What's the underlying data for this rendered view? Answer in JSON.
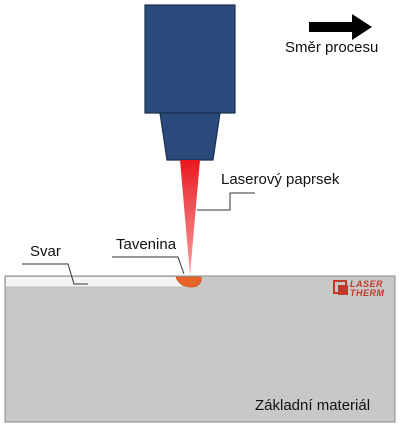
{
  "labels": {
    "direction": "Směr procesu",
    "beam": "Laserový paprsek",
    "melt": "Tavenina",
    "weld": "Svar",
    "base": "Základní materiál"
  },
  "logo": {
    "line1": "LASER",
    "line2": "THERM"
  },
  "colors": {
    "head_body": "#2a4a7b",
    "head_dark": "#1f3960",
    "beam": "#e8181e",
    "melt": "#e8632a",
    "base_material": "#c8c8c8",
    "weld_seam": "#f4f4f4",
    "logo_red": "#c0392b"
  }
}
